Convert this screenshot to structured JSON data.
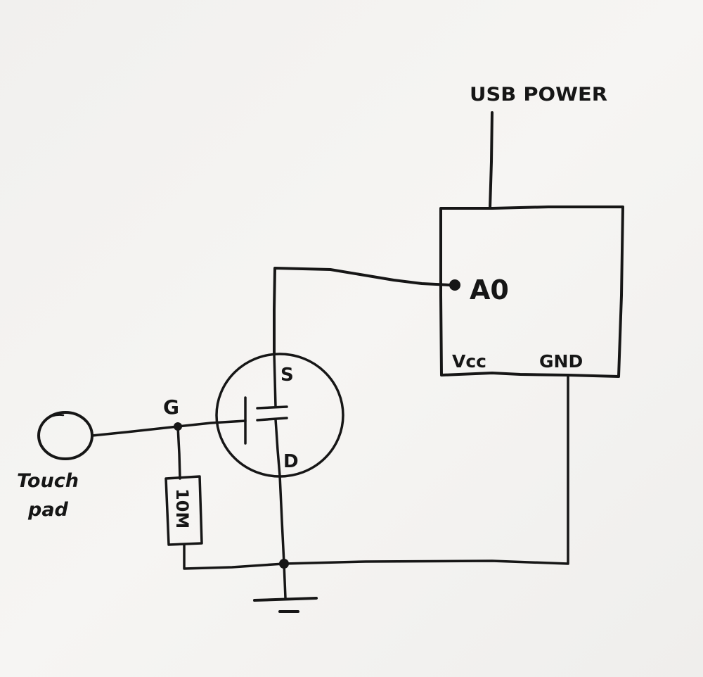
{
  "colors": {
    "paper": "#f4f3f1",
    "ink": "#161616"
  },
  "labels": {
    "usb_power": "USB POWER",
    "a0": "A0",
    "vcc": "Vcc",
    "gnd": "GND",
    "source": "S",
    "drain": "D",
    "gate": "G",
    "touch": "Touch",
    "pad": "pad",
    "resistor": "10M"
  }
}
